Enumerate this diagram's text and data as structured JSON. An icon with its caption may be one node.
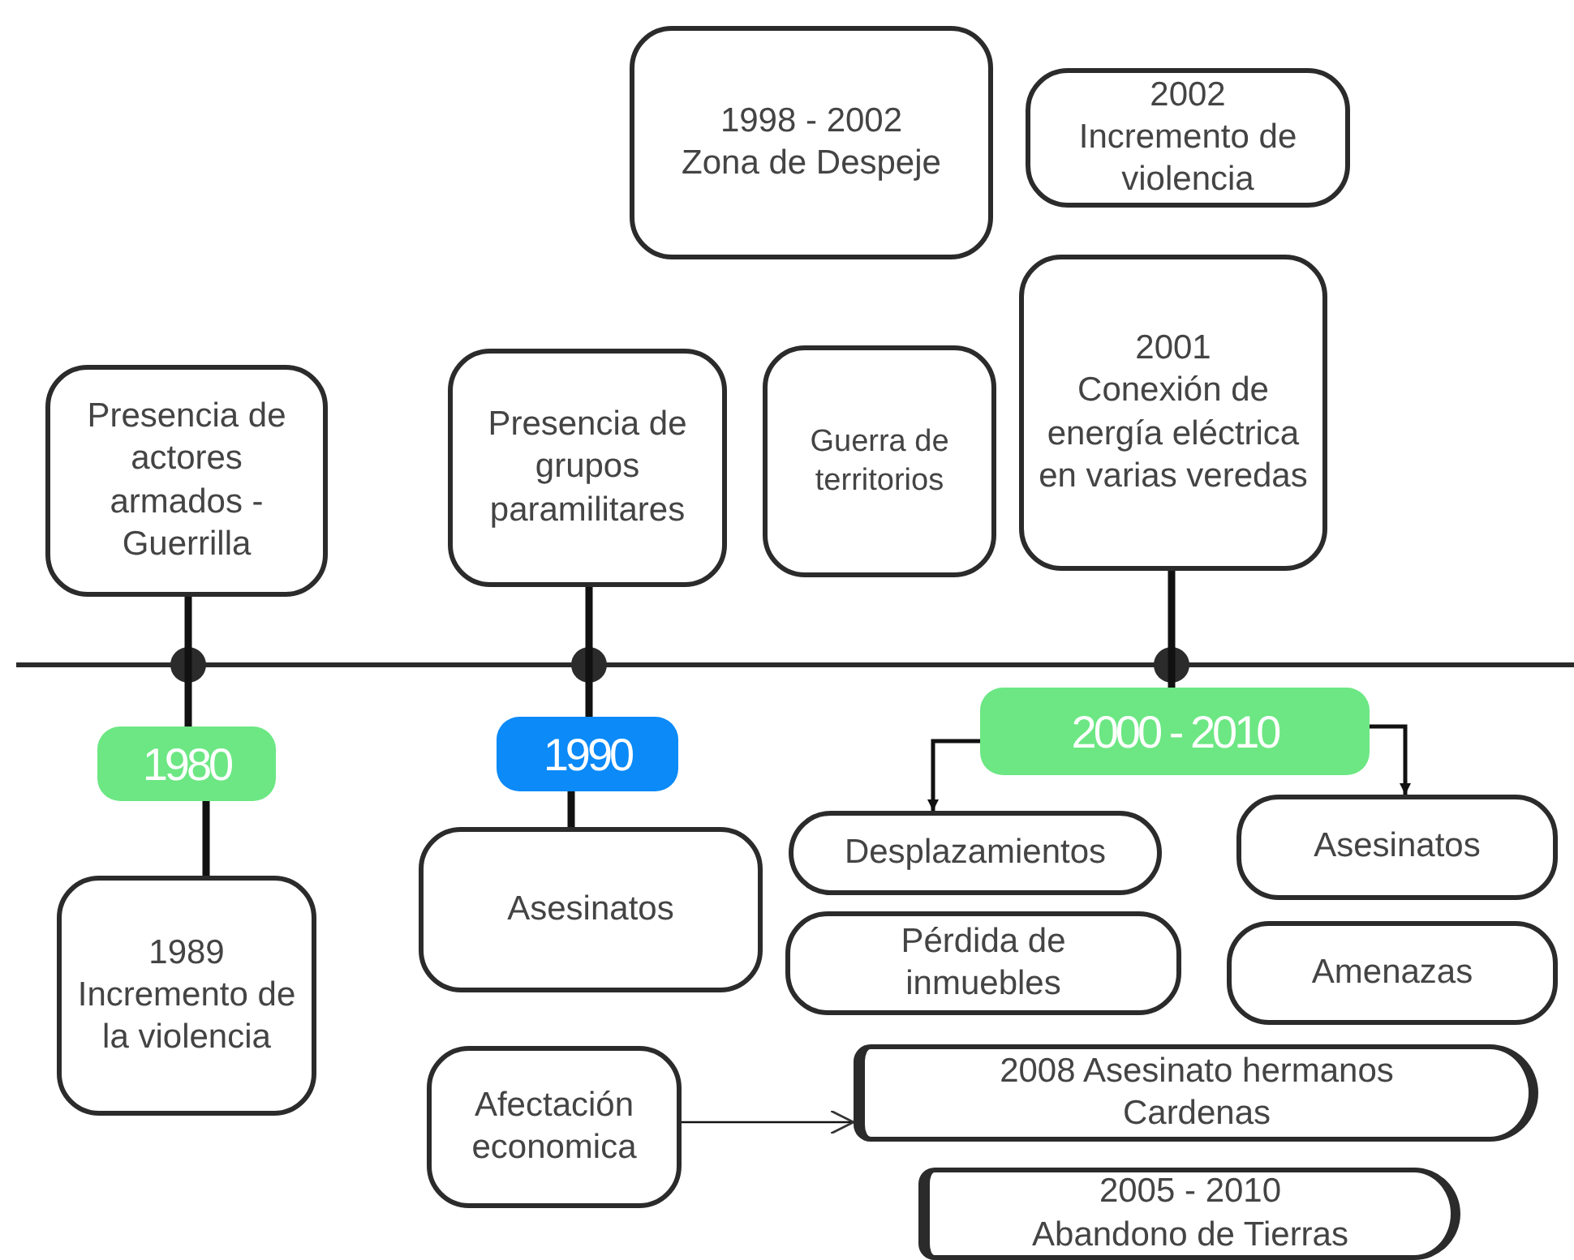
{
  "diagram": {
    "nodes": [
      {
        "text": [
          "Presencia de actores armados - Guerrilla"
        ]
      },
      {
        "text": [
          "Presencia de grupos paramilitares"
        ]
      },
      {
        "text": [
          "Guerra de territorios"
        ]
      },
      {
        "text": [
          "1998 - 2002",
          "Zona de Despeje"
        ]
      },
      {
        "text": [
          "2002",
          "Incremento de violencia"
        ]
      },
      {
        "text": [
          "2001",
          "Conexión de energía eléctrica en varias veredas"
        ]
      },
      {
        "text": [
          "1980"
        ]
      },
      {
        "text": [
          "1990"
        ]
      },
      {
        "text": [
          "2000 - 2010"
        ]
      },
      {
        "text": [
          "1989",
          "Incremento de la violencia"
        ]
      },
      {
        "text": [
          "Asesinatos"
        ]
      },
      {
        "text": [
          "Afectación economica"
        ]
      },
      {
        "text": [
          "Desplazamientos"
        ]
      },
      {
        "text": [
          "Pérdida de inmuebles"
        ]
      },
      {
        "text": [
          "Asesinatos"
        ]
      },
      {
        "text": [
          "Amenazas"
        ]
      },
      {
        "text": [
          "2008 Asesinato hermanos Cardenas"
        ]
      },
      {
        "text": [
          "2005 - 2010",
          "Abandono de Tierras"
        ]
      }
    ],
    "edges": [
      {
        "from": 0,
        "to": 6,
        "arrow": "none"
      },
      {
        "from": 6,
        "to": 9,
        "arrow": "none"
      },
      {
        "from": 1,
        "to": 7,
        "arrow": "none"
      },
      {
        "from": 7,
        "to": 10,
        "arrow": "none"
      },
      {
        "from": 5,
        "to": 8,
        "arrow": "none"
      },
      {
        "from": 8,
        "to": 12,
        "arrow": "to"
      },
      {
        "from": 8,
        "to": 14,
        "arrow": "to"
      },
      {
        "from": 11,
        "to": 16,
        "arrow": "to"
      }
    ]
  }
}
